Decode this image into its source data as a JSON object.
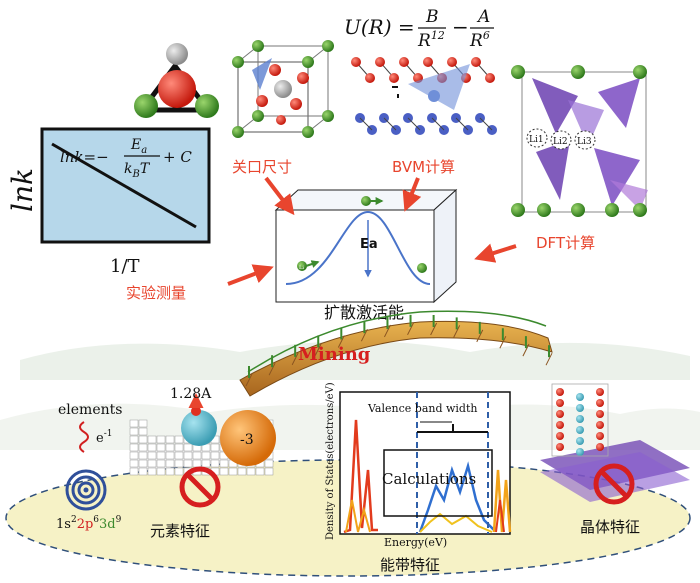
{
  "formulas": {
    "potential": {
      "lhs": "U(R) =",
      "b": "B",
      "r12": "R",
      "r12_exp": "12",
      "minus": "−",
      "a": "A",
      "r6": "R",
      "r6_exp": "6"
    },
    "arrhenius": {
      "lhs": "lnk=−",
      "ea": "E",
      "ea_sub": "a",
      "kbt": "k",
      "kb_sub": "B",
      "t": "T",
      "plus": "+ C"
    }
  },
  "plot": {
    "ylabel": "lnk",
    "xlabel": "1/T"
  },
  "labels": {
    "guankou": "关口尺寸",
    "bvm": "BVM计算",
    "dft": "DFT计算",
    "experiment": "实验测量",
    "activation_energy": "扩散激活能",
    "ea": "Ea",
    "li_site": "Li",
    "li1": "Li1",
    "li2": "Li2",
    "li3": "Li3",
    "mining": "Mining",
    "elements": "elements",
    "electron": "e",
    "electron_sup": "-1",
    "radius": "1.28A",
    "charge": "-3",
    "config": [
      "1s",
      "2",
      "2p",
      "6",
      "3d",
      "9"
    ],
    "element_feature": "元素特征",
    "band_feature": "能带特征",
    "crystal_feature": "晶体特征",
    "valence_band_width": "Valence band width",
    "calculations": "Calculations",
    "dos_ylabel": "Density of States(electrons/eV)",
    "energy_xlabel": "Energy(eV)"
  },
  "colors": {
    "accent_red": "#e8452e",
    "plot_fill": "#b6d7ea",
    "crystal_purple": "#6b3fb0",
    "mining_red": "#d61f1f"
  }
}
